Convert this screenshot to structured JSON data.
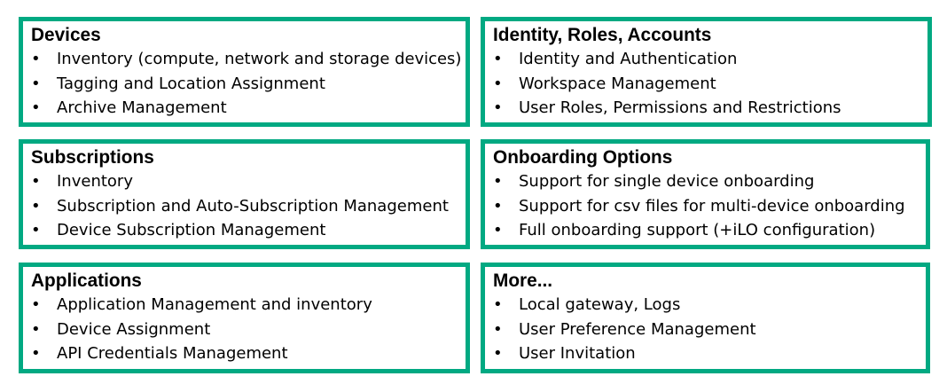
{
  "accent_color": "#01a982",
  "cards": [
    {
      "title": "Devices",
      "items": [
        "Inventory (compute, network and storage devices)",
        "Tagging and Location Assignment",
        "Archive Management"
      ]
    },
    {
      "title": "Identity, Roles, Accounts",
      "items": [
        "Identity and Authentication",
        "Workspace Management",
        "User Roles, Permissions and Restrictions"
      ]
    },
    {
      "title": "Subscriptions",
      "items": [
        "Inventory",
        "Subscription and Auto-Subscription Management",
        "Device Subscription Management"
      ]
    },
    {
      "title": "Onboarding Options",
      "items": [
        "Support for single device onboarding",
        "Support for csv files for multi-device onboarding",
        "Full onboarding support (+iLO configuration)"
      ]
    },
    {
      "title": "Applications",
      "items": [
        "Application Management and inventory",
        "Device Assignment",
        "API Credentials Management"
      ]
    },
    {
      "title": "More...",
      "items": [
        "Local gateway, Logs",
        "User Preference Management",
        "User Invitation"
      ]
    }
  ]
}
